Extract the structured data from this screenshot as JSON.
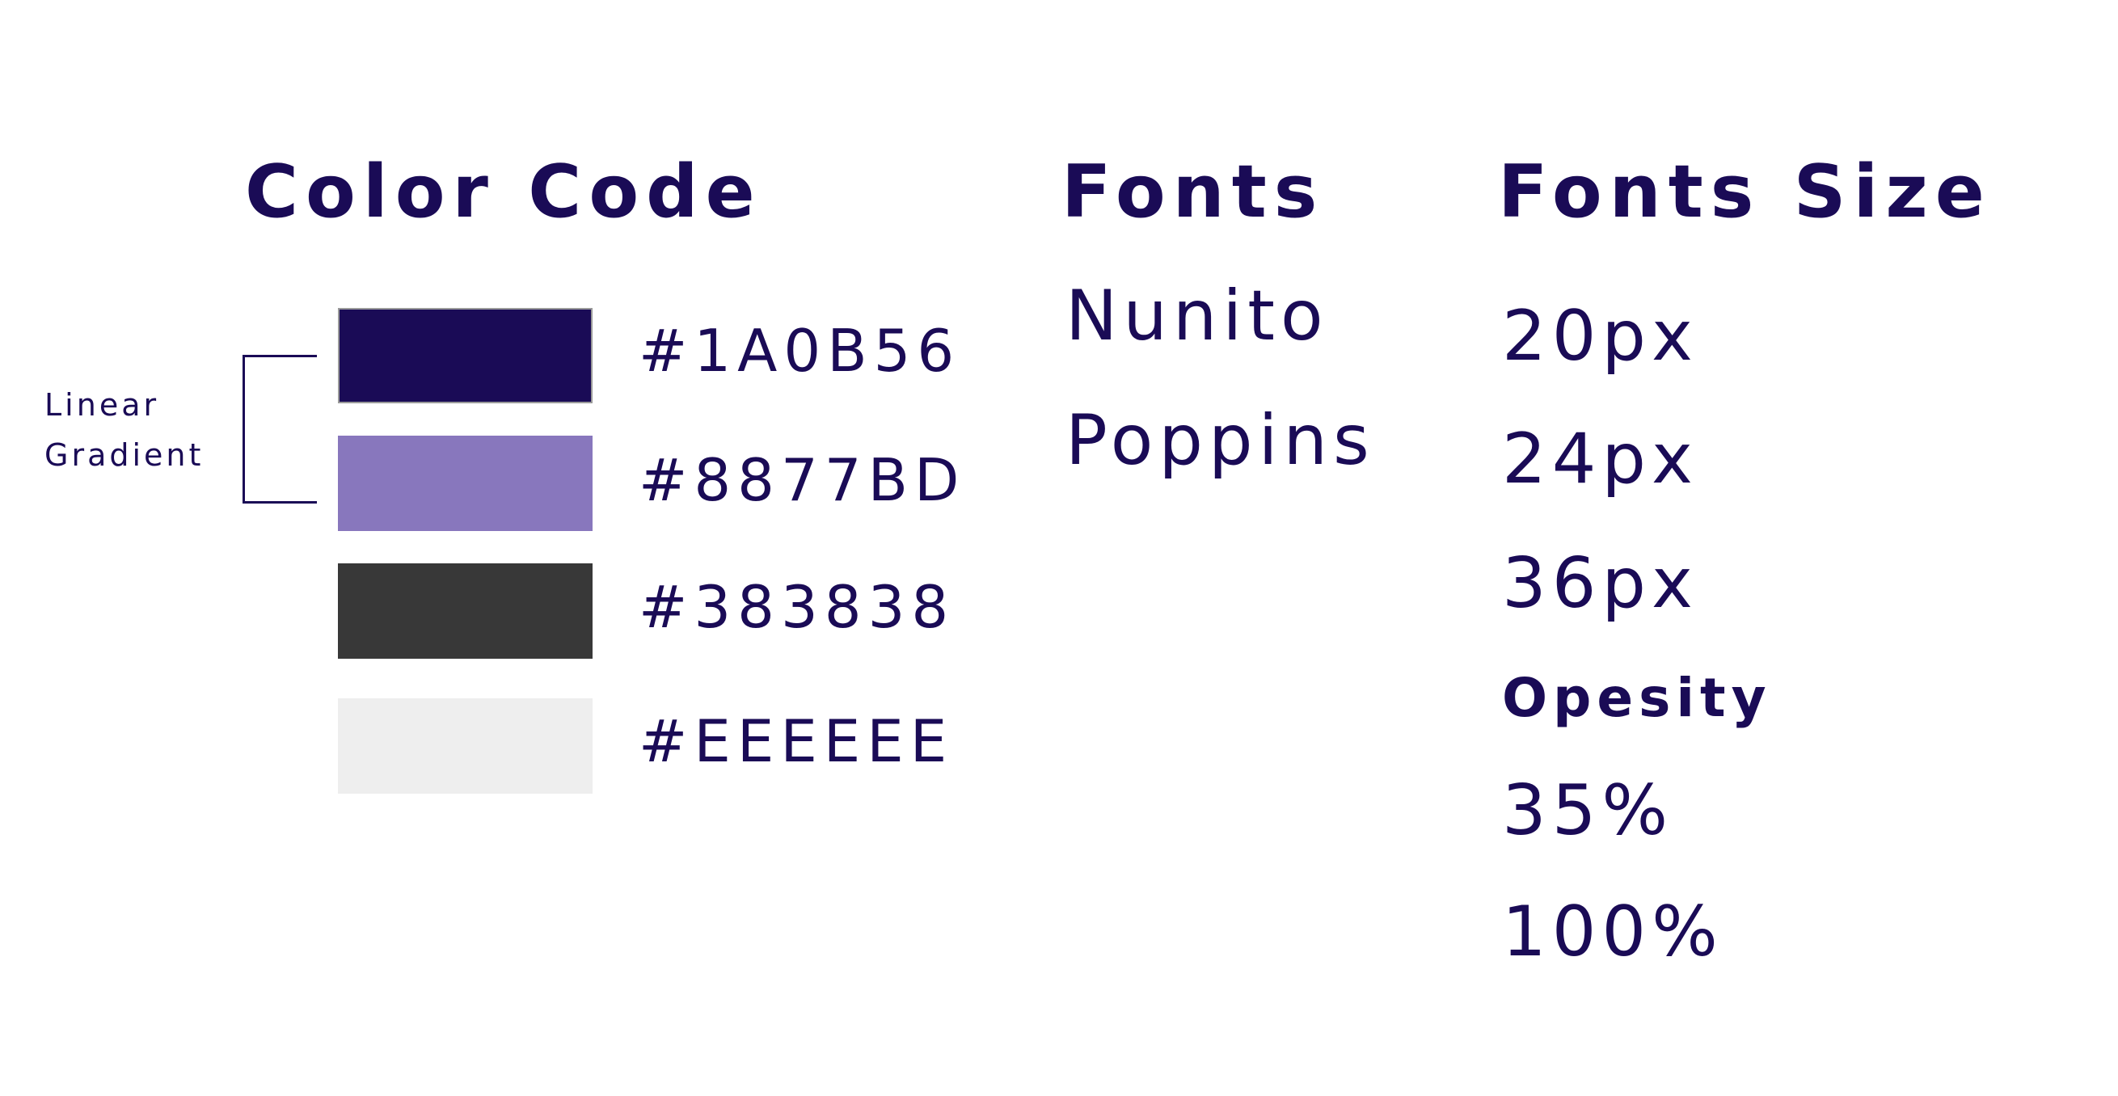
{
  "color_code": {
    "title": "Color Code",
    "gradient_note": [
      "Linear",
      "Gradient"
    ],
    "swatches": [
      {
        "hex": "#1A0B56",
        "color": "#1a0b56",
        "border": "#9a9a9a"
      },
      {
        "hex": "#8877BD",
        "color": "#8877bd",
        "border": "none"
      },
      {
        "hex": "#383838",
        "color": "#383838",
        "border": "none"
      },
      {
        "hex": "#EEEEEE",
        "color": "#eeeeee",
        "border": "none"
      }
    ]
  },
  "fonts": {
    "title": "Fonts",
    "items": [
      "Nunito",
      "Poppins"
    ]
  },
  "font_sizes": {
    "title": "Fonts Size",
    "items": [
      "20px",
      "24px",
      "36px"
    ],
    "opacity_title": "Opesity",
    "opacity_items": [
      "35%",
      "100%"
    ]
  },
  "text_color": "#1a0b56"
}
